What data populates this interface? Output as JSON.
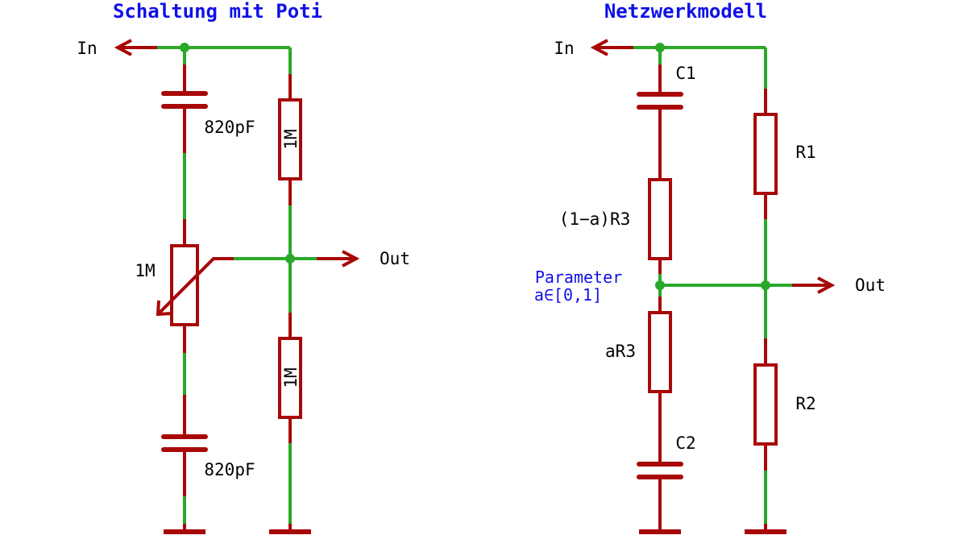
{
  "left_circuit": {
    "title": "Schaltung mit Poti",
    "input_label": "In",
    "output_label": "Out",
    "cap_top_value": "820pF",
    "cap_bottom_value": "820pF",
    "pot_value": "1M",
    "res_top_value": "1M",
    "res_bottom_value": "1M"
  },
  "right_circuit": {
    "title": "Netzwerkmodell",
    "input_label": "In",
    "output_label": "Out",
    "c1_label": "C1",
    "c2_label": "C2",
    "r1_label": "R1",
    "r2_label": "R2",
    "r3_upper_label": "(1−a)R3",
    "r3_lower_label": "aR3",
    "parameter_line1": "Parameter",
    "parameter_line2": "a∈[0,1]"
  },
  "colors": {
    "wire": "#2aa82a",
    "component": "#a80808",
    "title": "#1010e8",
    "text": "#000000"
  }
}
